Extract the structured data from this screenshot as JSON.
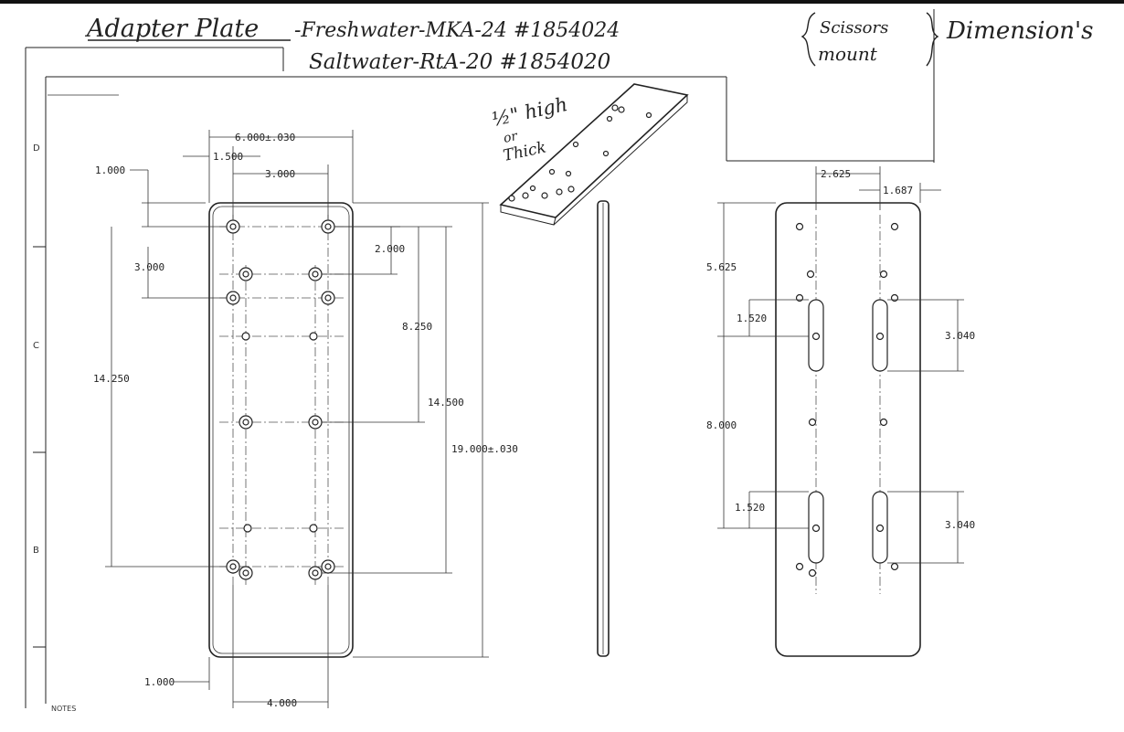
{
  "header": {
    "line1_title": "Adapter Plate",
    "line1_fresh": "-Freshwater-MKA-24 #1854024",
    "line1_scissors": "Scissors",
    "line1_dimensions": "Dimension's",
    "line2_salt": "Saltwater-RtA-20 #1854020",
    "line2_mount": "mount"
  },
  "annotation": {
    "line1": "½\" high",
    "line2": "or",
    "line3": "Thick"
  },
  "zones": [
    "D",
    "C",
    "B"
  ],
  "notes_label": "NOTES",
  "front_view": {
    "width_overall": "6.000±.030",
    "offset_1500": "1.500",
    "hole_spacing_3000": "3.000",
    "top_offset_1000": "1.000",
    "row_3000": "3.000",
    "row_2000": "2.000",
    "span_8250": "8.250",
    "span_14250": "14.250",
    "span_14500": "14.500",
    "length_overall": "19.000±.030",
    "bottom_1000": "1.000",
    "bottom_4000": "4.000"
  },
  "back_view": {
    "spacing_2625": "2.625",
    "spacing_1687": "1.687",
    "top_5625": "5.625",
    "slot_1520_top": "1.520",
    "slot_3040_top": "3.040",
    "mid_8000": "8.000",
    "slot_1520_bottom": "1.520",
    "slot_3040_bottom": "3.040"
  }
}
